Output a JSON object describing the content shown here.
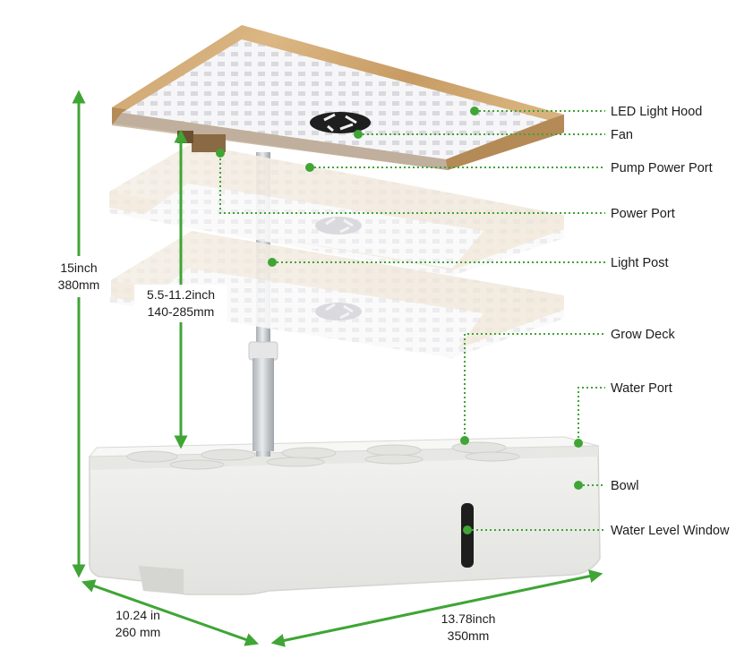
{
  "accent_color": "#3fa535",
  "labels": {
    "led_light_hood": "LED Light Hood",
    "fan": "Fan",
    "pump_power_port": "Pump Power Port",
    "power_port": "Power Port",
    "light_post": "Light Post",
    "grow_deck": "Grow Deck",
    "water_port": "Water Port",
    "bowl": "Bowl",
    "water_level_window": "Water Level Window"
  },
  "dimensions": {
    "height_in": "15inch",
    "height_mm": "380mm",
    "adjust_in": "5.5-11.2inch",
    "adjust_mm": "140-285mm",
    "depth_in": "10.24 in",
    "depth_mm": "260 mm",
    "width_in": "13.78inch",
    "width_mm": "350mm"
  }
}
